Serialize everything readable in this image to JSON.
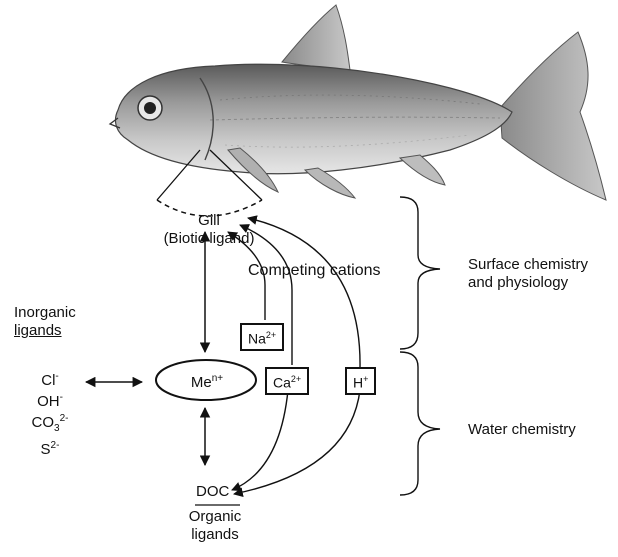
{
  "gill": {
    "line1": "Gill",
    "line2": "(Biotic ligand)"
  },
  "competing_cations": "Competing cations",
  "inorganic": {
    "line1": "Inorganic",
    "line2": "ligands"
  },
  "inorganic_ligands": {
    "cl": "Cl",
    "cl_sup": "-",
    "oh": "OH",
    "oh_sup": "-",
    "co3": "CO",
    "co3_sub": "3",
    "co3_sup": "2-",
    "s": "S",
    "s_sup": "2-"
  },
  "metal": {
    "base": "Me",
    "sup": "n+"
  },
  "cations": {
    "na": {
      "base": "Na",
      "sup": "2+"
    },
    "ca": {
      "base": "Ca",
      "sup": "2+"
    },
    "h": {
      "base": "H",
      "sup": "+"
    }
  },
  "doc": "DOC",
  "organic": {
    "line1": "Organic",
    "line2": "ligands"
  },
  "brackets": {
    "surface": {
      "line1": "Surface chemistry",
      "line2": "and physiology"
    },
    "water": "Water chemistry"
  },
  "colors": {
    "ink": "#111111",
    "fish_body": "#b9b9b9",
    "fish_back": "#6f6f6f",
    "fish_belly": "#e2e2e2"
  }
}
